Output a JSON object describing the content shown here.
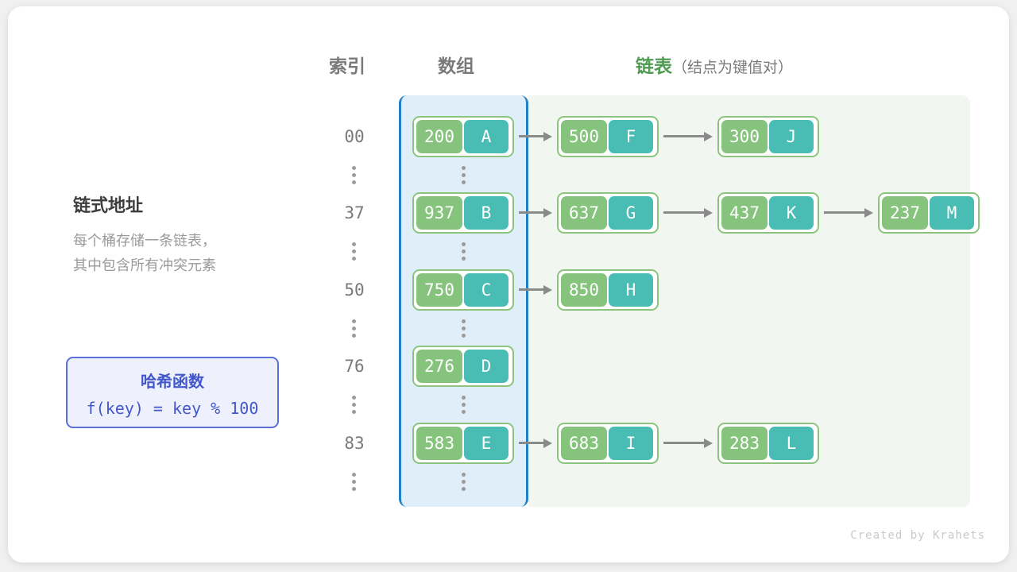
{
  "headers": {
    "index": "索引",
    "array": "数组",
    "list_main": "链表",
    "list_sub": "（结点为键值对）"
  },
  "description": {
    "title": "链式地址",
    "line1": "每个桶存储一条链表，",
    "line2": "其中包含所有冲突元素"
  },
  "hash_function": {
    "title": "哈希函数",
    "formula": "f(key) = key % 100"
  },
  "colors": {
    "key_cell": "#86c47e",
    "value_cell": "#49bcb4",
    "node_border": "#8cc47f",
    "array_region_bg": "#dfeef9",
    "array_region_border": "#2080c8",
    "list_region_bg": "#f1f7f0",
    "header_green": "#4f9b52",
    "hash_box_accent": "#4257c9",
    "arrow": "#8a8a8a"
  },
  "buckets": [
    {
      "index": "00",
      "nodes": [
        {
          "key": "200",
          "value": "A"
        },
        {
          "key": "500",
          "value": "F"
        },
        {
          "key": "300",
          "value": "J"
        }
      ]
    },
    {
      "index": "37",
      "nodes": [
        {
          "key": "937",
          "value": "B"
        },
        {
          "key": "637",
          "value": "G"
        },
        {
          "key": "437",
          "value": "K"
        },
        {
          "key": "237",
          "value": "M"
        }
      ]
    },
    {
      "index": "50",
      "nodes": [
        {
          "key": "750",
          "value": "C"
        },
        {
          "key": "850",
          "value": "H"
        }
      ]
    },
    {
      "index": "76",
      "nodes": [
        {
          "key": "276",
          "value": "D"
        }
      ]
    },
    {
      "index": "83",
      "nodes": [
        {
          "key": "583",
          "value": "E"
        },
        {
          "key": "683",
          "value": "I"
        },
        {
          "key": "283",
          "value": "L"
        }
      ]
    }
  ],
  "ellipsis_rows": 6,
  "footer": "Created by Krahets"
}
